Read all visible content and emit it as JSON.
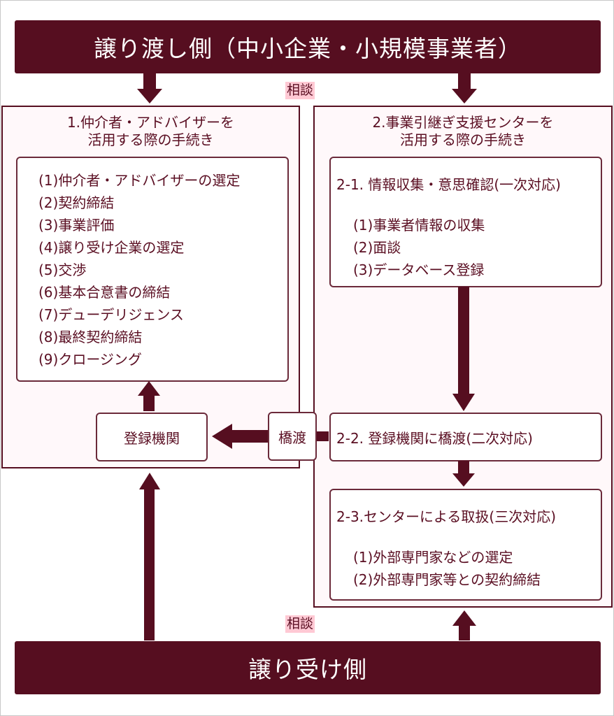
{
  "header": {
    "title": "譲り渡し側（中小企業・小規模事業者）"
  },
  "footer": {
    "title": "譲り受け側"
  },
  "consult_labels": {
    "top": "相談",
    "bottom": "相談"
  },
  "left_panel": {
    "title_line1": "1.仲介者・アドバイザーを",
    "title_line2": "活用する際の手続き",
    "steps": [
      "(1)仲介者・アドバイザーの選定",
      "(2)契約締結",
      "(3)事業評価",
      "(4)譲り受け企業の選定",
      "(5)交渉",
      "(6)基本合意書の締結",
      "(7)デューデリジェンス",
      "(8)最終契約締結",
      "(9)クロージング"
    ],
    "registry_box": "登録機関"
  },
  "bridge_label": "橋渡",
  "right_panel": {
    "title_line1": "2.事業引継ぎ支援センターを",
    "title_line2": "活用する際の手続き",
    "stage1": {
      "title": "2-1. 情報収集・意思確認(一次対応)",
      "steps": [
        "(1)事業者情報の収集",
        "(2)面談",
        "(3)データベース登録"
      ]
    },
    "stage2": {
      "title": "2-2. 登録機関に橋渡(二次対応)"
    },
    "stage3": {
      "title": "2-3.センターによる取扱(三次対応)",
      "steps": [
        "(1)外部専門家などの選定",
        "(2)外部専門家等との契約締結"
      ]
    }
  },
  "colors": {
    "primary": "#560e20",
    "panel_bg": "#fff8fa",
    "consult_bg": "#ffc9d4",
    "text": "#5a0e22"
  }
}
